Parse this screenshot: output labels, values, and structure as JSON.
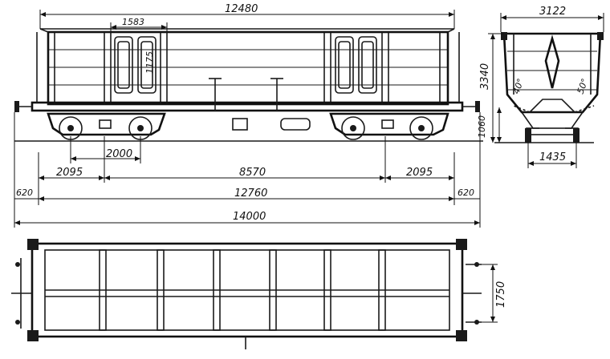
{
  "drawing": {
    "dimensions": {
      "body_length": "12480",
      "door_width": "1583",
      "door_height": "1175",
      "wheelbase": "2000",
      "overhang_left": "2095",
      "bogie_centers": "8570",
      "overhang_right": "2095",
      "buffer_left": "620",
      "frame_length": "12760",
      "buffer_right": "620",
      "overall_length": "14000",
      "height": "3340",
      "coupler_height": "1060",
      "width": "3122",
      "angle_left": "40°",
      "angle_right": "50°",
      "track_gauge": "1435",
      "plan_width": "1750"
    }
  }
}
